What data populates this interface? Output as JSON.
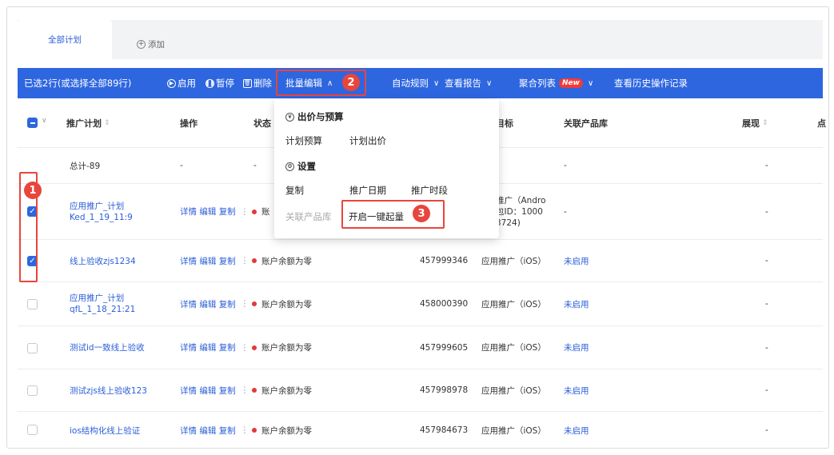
{
  "tabs": {
    "active_label": "全部计划",
    "add_label": "添加",
    "add_icon": "plus-circle-icon"
  },
  "toolbar": {
    "selected_text": "已选2行(或选择全部89行)",
    "enable_label": "启用",
    "pause_label": "暂停",
    "delete_label": "删除",
    "batch_edit_label": "批量编辑",
    "auto_rules_label": "自动规则",
    "view_report_label": "查看报告",
    "aggregate_list_label": "聚合列表",
    "new_badge": "New",
    "history_label": "查看历史操作记录",
    "background_color": "#2e66e0"
  },
  "dropdown": {
    "section1_title": "出价与预算",
    "section1_items": [
      "计划预算",
      "计划出价"
    ],
    "section2_title": "设置",
    "section2_row1": [
      "复制",
      "推广日期",
      "推广时段"
    ],
    "section2_row2_disabled": "关联产品库",
    "section2_row2_highlight": "开启一键起量"
  },
  "steps": [
    "1",
    "2",
    "3"
  ],
  "columns": {
    "plan": "推广计划",
    "action": "操作",
    "status": "状态",
    "target": "目标",
    "product_lib": "关联产品库",
    "impressions": "展现",
    "clicks_partial": "点"
  },
  "summary_row": {
    "plan": "总计-89",
    "action": "-",
    "status": "-",
    "product_lib": "-",
    "impressions": "-"
  },
  "row_actions": {
    "detail": "详情",
    "edit": "编辑",
    "copy": "复制",
    "more": "⋮"
  },
  "rows": [
    {
      "checked": true,
      "plan": "应用推广_计划Ked_1_19_11:9",
      "status": "账",
      "id": "",
      "target": "推广（Andro包ID：1000 3724)",
      "product_lib": "-",
      "impressions": "-"
    },
    {
      "checked": true,
      "plan": "线上验收zjs1234",
      "status": "账户余额为零",
      "id": "457999346",
      "target": "应用推广（iOS）",
      "product_lib": "未启用",
      "impressions": "-"
    },
    {
      "checked": false,
      "plan": "应用推广_计划qfL_1_18_21:21",
      "status": "账户余额为零",
      "id": "458000390",
      "target": "应用推广（iOS）",
      "product_lib": "未启用",
      "impressions": "-"
    },
    {
      "checked": false,
      "plan": "测试id一致线上验收",
      "status": "账户余额为零",
      "id": "457999605",
      "target": "应用推广（iOS）",
      "product_lib": "未启用",
      "impressions": "-"
    },
    {
      "checked": false,
      "plan": "测试zjs线上验收123",
      "status": "账户余额为零",
      "id": "457998978",
      "target": "应用推广（iOS）",
      "product_lib": "未启用",
      "impressions": "-"
    },
    {
      "checked": false,
      "plan": "ios结构化线上验证",
      "status": "账户余额为零",
      "id": "457984673",
      "target": "应用推广（iOS）",
      "product_lib": "未启用",
      "impressions": "-"
    }
  ],
  "colors": {
    "accent": "#2e66e0",
    "link": "#2b5ed8",
    "highlight": "#e8453c",
    "status_dot": "#e03a3a"
  }
}
